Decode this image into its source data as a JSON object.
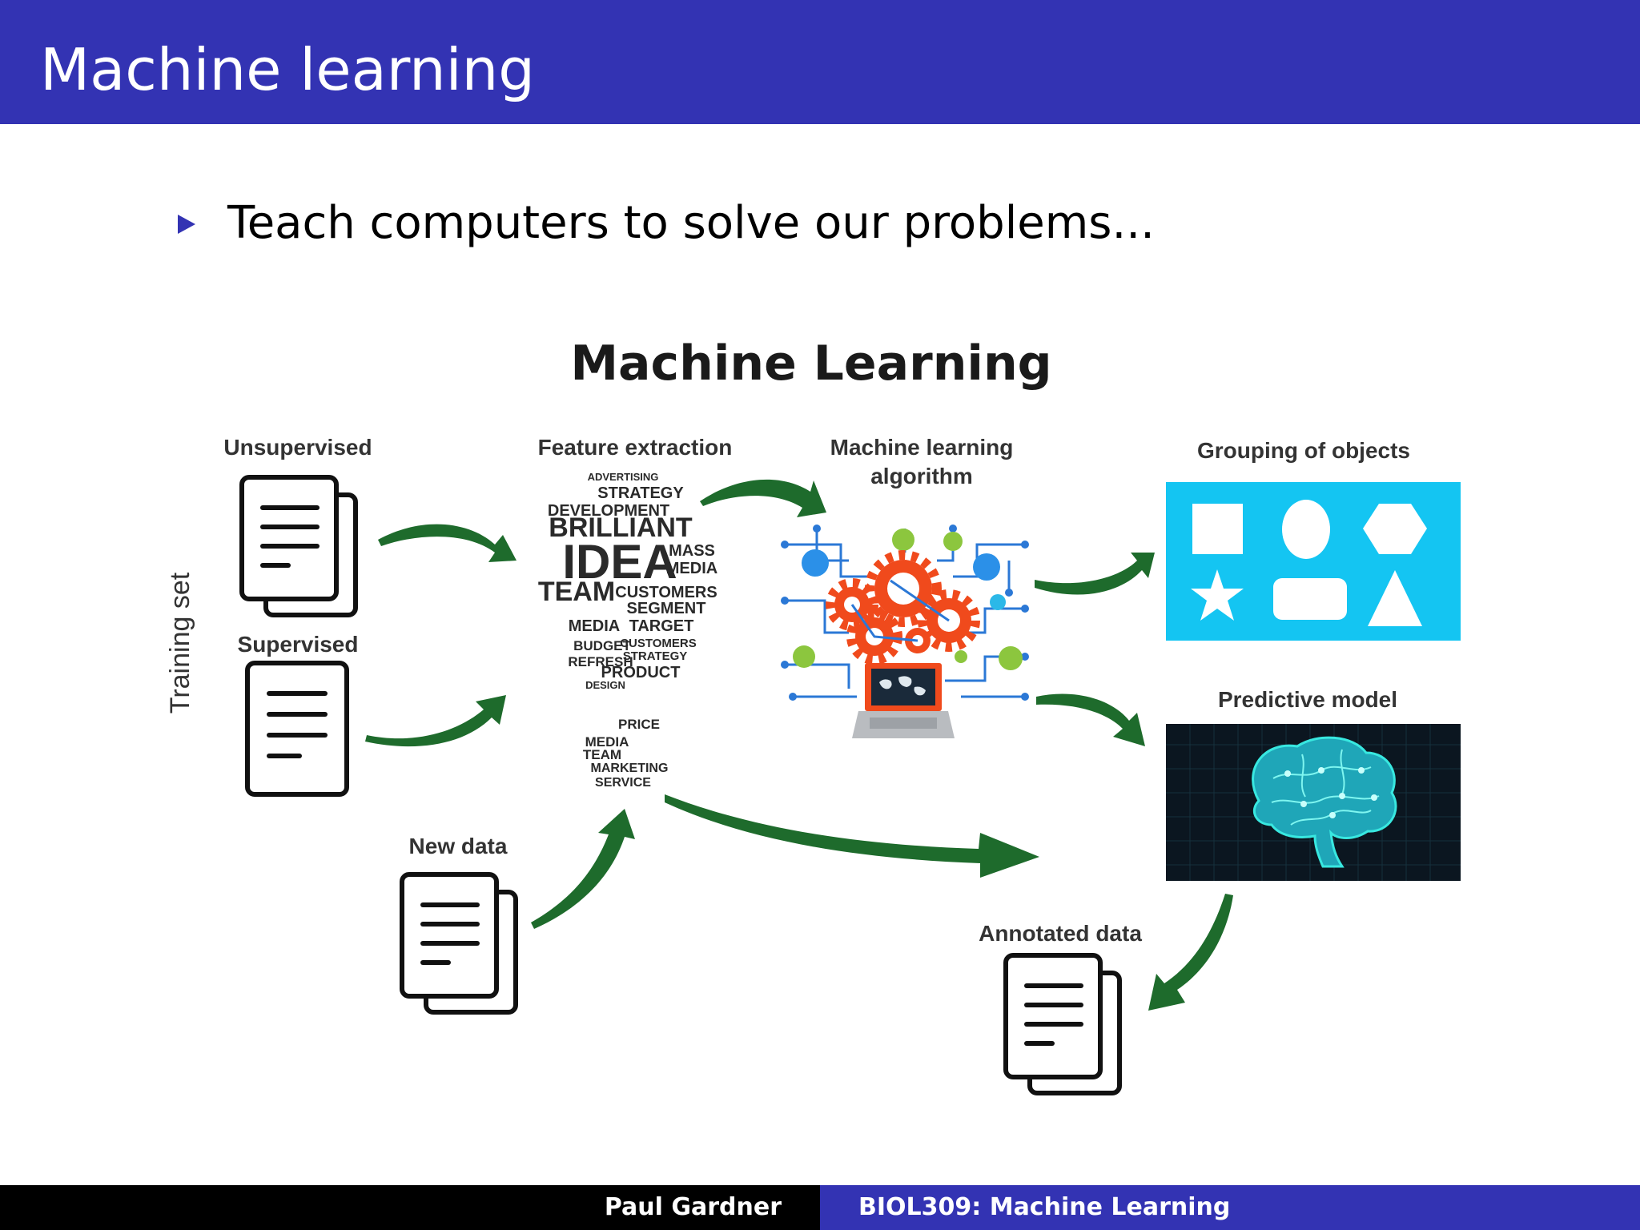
{
  "header": {
    "title": "Machine learning"
  },
  "bullets": [
    {
      "text": "Teach computers to solve our problems..."
    }
  ],
  "diagram": {
    "title": "Machine Learning",
    "training_set_label": "Training set",
    "unsupervised_label": "Unsupervised",
    "supervised_label": "Supervised",
    "new_data_label": "New data",
    "feature_extraction_label": "Feature extraction",
    "ml_algorithm_label_line1": "Machine learning",
    "ml_algorithm_label_line2": "algorithm",
    "grouping_label": "Grouping of objects",
    "predictive_model_label": "Predictive model",
    "annotated_data_label": "Annotated data",
    "word_cloud": [
      "ADVERTISING",
      "STRATEGY",
      "DEVELOPMENT",
      "BRILLIANT",
      "IDEA",
      "MASS",
      "MEDIA",
      "TEAM",
      "CUSTOMERS",
      "SEGMENT",
      "MEDIA",
      "TARGET",
      "CUSTOMERS",
      "STRATEGY",
      "BUDGET",
      "REFRESH",
      "PRODUCT",
      "DESIGN",
      "PRICE",
      "MEDIA",
      "TEAM",
      "MARKETING",
      "SERVICE"
    ],
    "colors": {
      "arrow": "#1e6b2c",
      "cyan_panel": "#14c5f2",
      "model_panel": "#0b1620",
      "brain": "#38e8e0",
      "gear": "#f04a1c"
    }
  },
  "footer": {
    "author": "Paul Gardner",
    "course": "BIOL309: Machine Learning"
  }
}
